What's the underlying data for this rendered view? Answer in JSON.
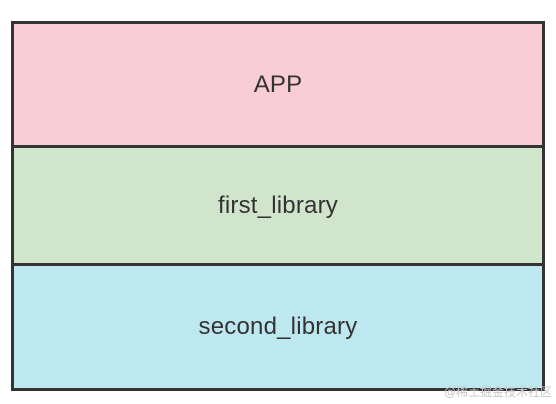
{
  "diagram": {
    "layers": [
      {
        "label": "APP",
        "color": "#f8cdd3"
      },
      {
        "label": "first_library",
        "color": "#d0e5cc"
      },
      {
        "label": "second_library",
        "color": "#bee8ef"
      }
    ],
    "border_color": "#333333"
  },
  "watermark": "@稀土掘金技术社区"
}
